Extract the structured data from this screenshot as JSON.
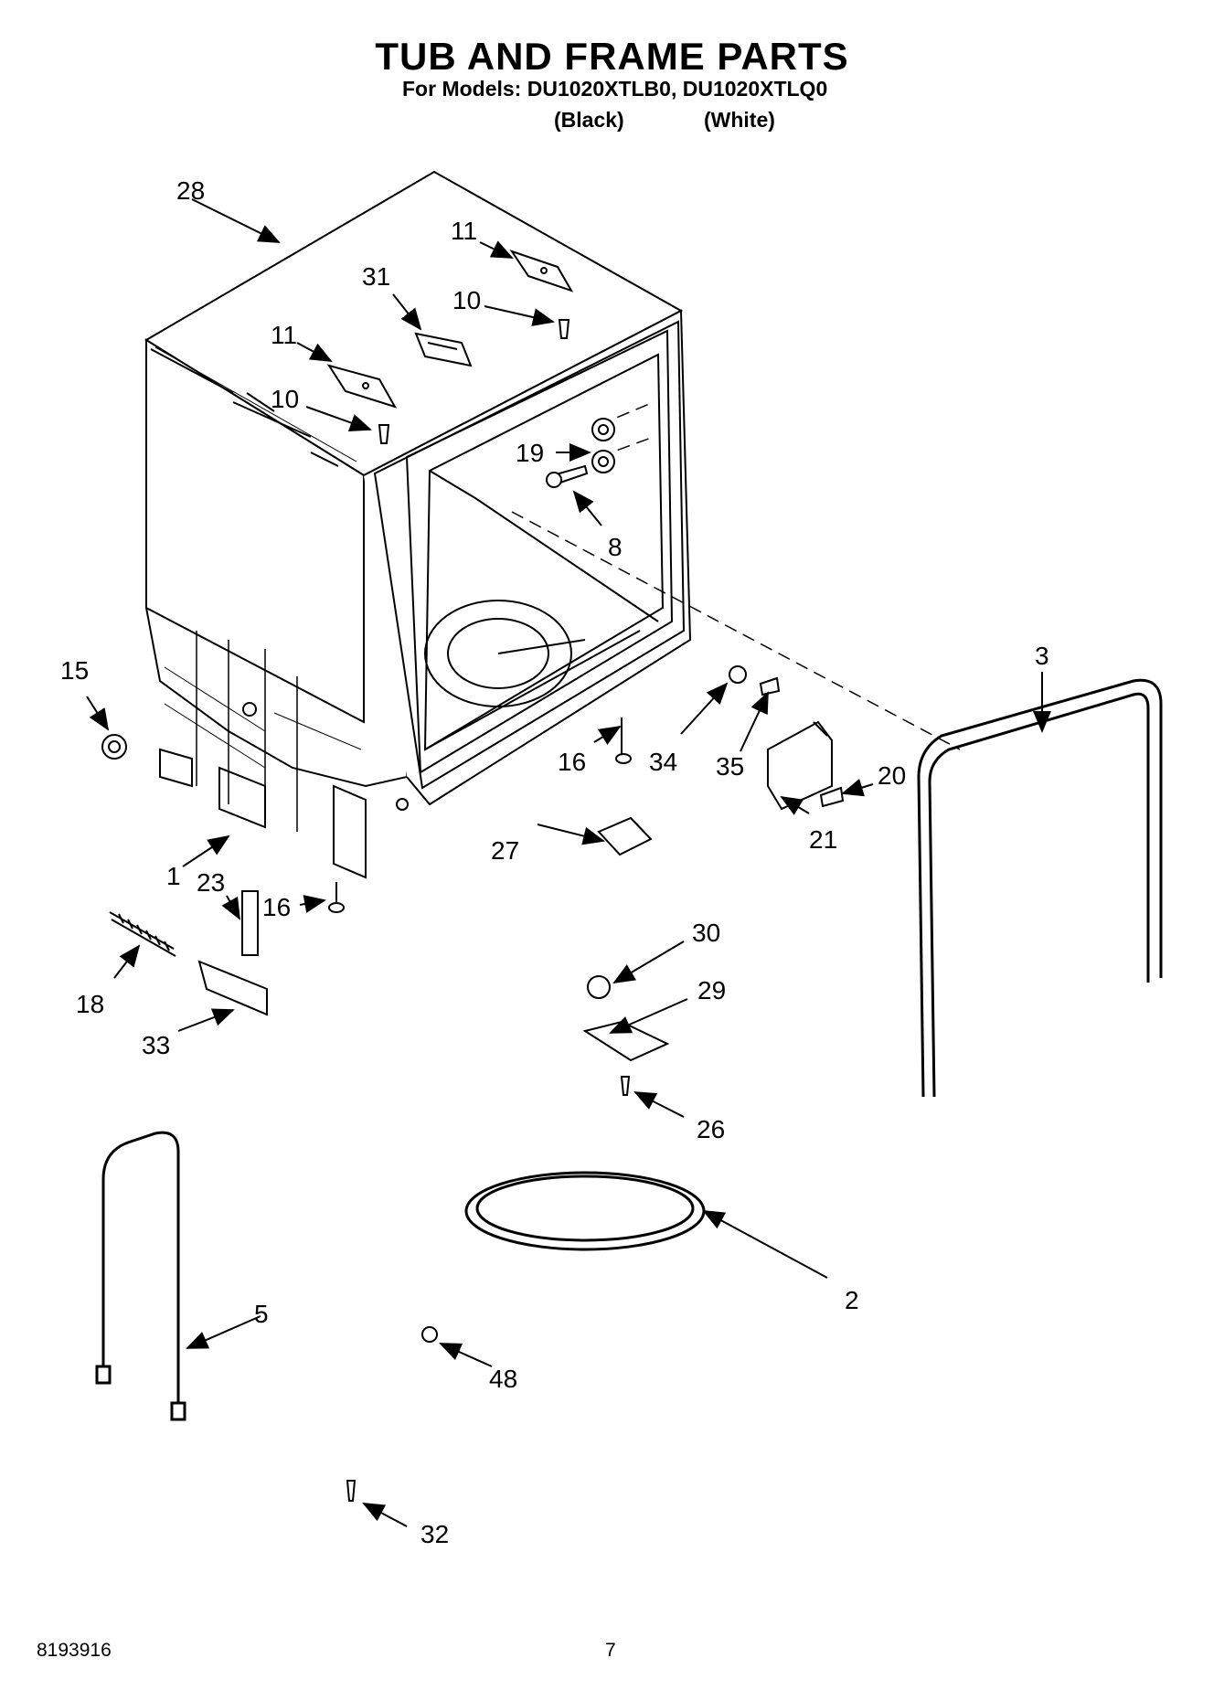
{
  "header": {
    "title": "TUB AND FRAME PARTS",
    "models": "For Models: DU1020XTLB0, DU1020XTLQ0",
    "variant_black": "(Black)",
    "variant_white": "(White)"
  },
  "callouts": [
    "28",
    "11",
    "31",
    "10",
    "11",
    "10",
    "19",
    "8",
    "15",
    "3",
    "16",
    "34",
    "35",
    "20",
    "21",
    "27",
    "1",
    "23",
    "16",
    "18",
    "33",
    "30",
    "29",
    "26",
    "2",
    "5",
    "48",
    "32"
  ],
  "footer": {
    "doc_number": "8193916",
    "page_number": "7"
  }
}
